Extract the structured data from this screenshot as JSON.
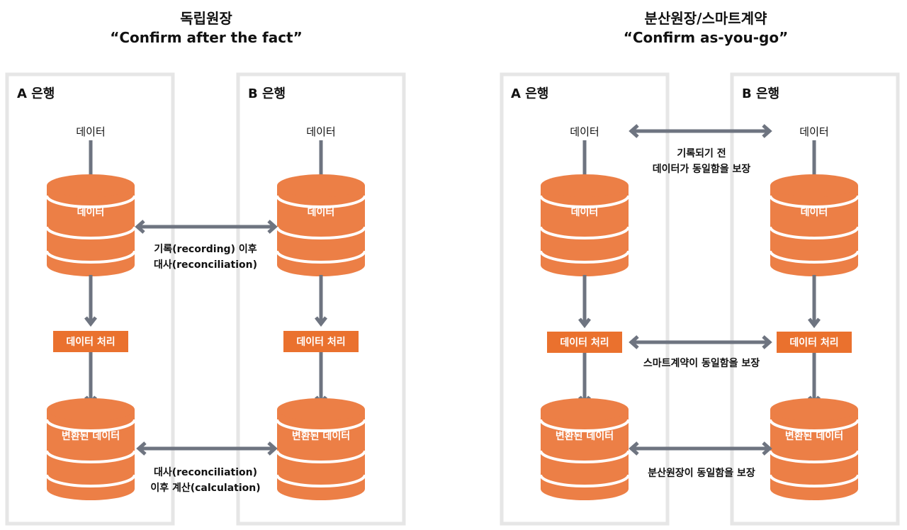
{
  "colors": {
    "orange": "#EC7F46",
    "process": "#EA712E",
    "arrow": "#6E7480",
    "panel_border": "#E6E6E6",
    "text_dark": "#111111",
    "text_light": "#ffffff"
  },
  "left": {
    "title": "독립원장",
    "subtitle": "“Confirm after the fact”",
    "bank_a": {
      "label": "A 은행",
      "input_label": "데이터",
      "db_label": "데이터",
      "process_label": "데이터 처리",
      "result_db_label": "변환된 데이터"
    },
    "bank_b": {
      "label": "B 은행",
      "input_label": "데이터",
      "db_label": "데이터",
      "process_label": "데이터 처리",
      "result_db_label": "변환된 데이터"
    },
    "link_top": {
      "line1": "기록(recording) 이후",
      "line2": "대사(reconciliation)"
    },
    "link_bottom": {
      "line1": "대사(reconciliation)",
      "line2": "이후 계산(calculation)"
    }
  },
  "right": {
    "title": "분산원장/스마트계약",
    "subtitle": "“Confirm as-you-go”",
    "bank_a": {
      "label": "A 은행",
      "input_label": "데이터",
      "db_label": "데이터",
      "process_label": "데이터 처리",
      "result_db_label": "변환된 데이터"
    },
    "bank_b": {
      "label": "B 은행",
      "input_label": "데이터",
      "db_label": "데이터",
      "process_label": "데이터 처리",
      "result_db_label": "변환된 데이터"
    },
    "link_top": {
      "line1": "기록되기 전",
      "line2": "데이터가 동일함을 보장"
    },
    "link_mid": {
      "line1": "스마트계약이 동일함을 보장"
    },
    "link_bottom": {
      "line1": "분산원장이 동일함을 보장"
    }
  }
}
